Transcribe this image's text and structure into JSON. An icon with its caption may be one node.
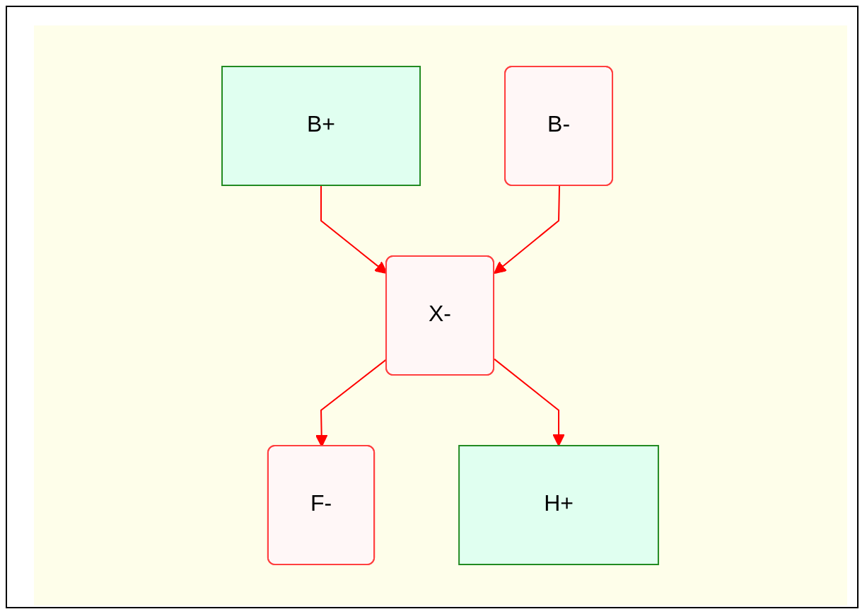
{
  "diagram": {
    "nodes": [
      {
        "text": [
          "B+"
        ]
      },
      {
        "text": [
          "B-"
        ]
      },
      {
        "text": [
          "X-"
        ]
      },
      {
        "text": [
          "F-"
        ]
      },
      {
        "text": [
          "H+"
        ]
      }
    ],
    "edges": [
      {
        "from": 0,
        "to": 2,
        "arrow": "to"
      },
      {
        "from": 1,
        "to": 2,
        "arrow": "to"
      },
      {
        "from": 2,
        "to": 3,
        "arrow": "to"
      },
      {
        "from": 2,
        "to": 4,
        "arrow": "to"
      }
    ]
  }
}
